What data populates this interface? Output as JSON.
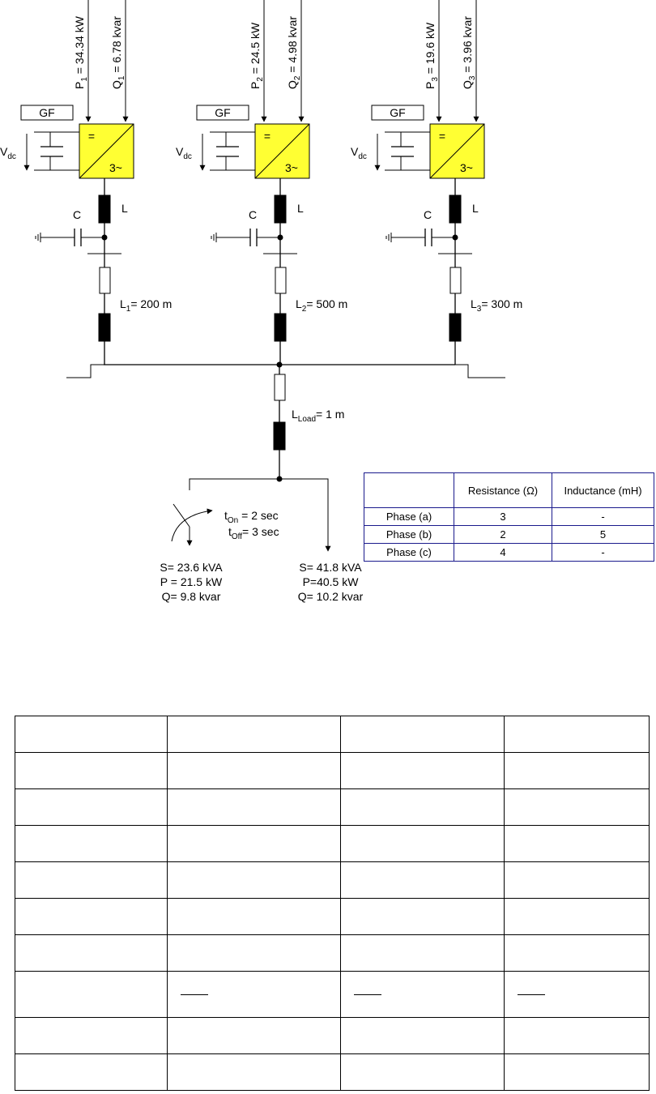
{
  "units": [
    {
      "p_text": "P",
      "p_sub": "1",
      "p_val": " = 34.34 kW",
      "q_text": "Q",
      "q_sub": "1",
      "q_val": " = 6.78 kvar",
      "gf": "GF",
      "vdc": "V",
      "vdc_sub": "dc",
      "conv_top": "=",
      "conv_bot": "3~",
      "c": "C",
      "l": "L",
      "line_text": "L",
      "line_sub": "1",
      "line_val": "= 200 m"
    },
    {
      "p_text": "P",
      "p_sub": "2",
      "p_val": " = 24.5 kW",
      "q_text": "Q",
      "q_sub": "2",
      "q_val": " = 4.98 kvar",
      "gf": "GF",
      "vdc": "V",
      "vdc_sub": "dc",
      "conv_top": "=",
      "conv_bot": "3~",
      "c": "C",
      "l": "L",
      "line_text": "L",
      "line_sub": "2",
      "line_val": "= 500 m"
    },
    {
      "p_text": "P",
      "p_sub": "3",
      "p_val": " = 19.6 kW",
      "q_text": "Q",
      "q_sub": "3",
      "q_val": " = 3.96 kvar",
      "gf": "GF",
      "vdc": "V",
      "vdc_sub": "dc",
      "conv_top": "=",
      "conv_bot": "3~",
      "c": "C",
      "l": "L",
      "line_text": "L",
      "line_sub": "3",
      "line_val": "= 300 m"
    }
  ],
  "load_line": {
    "text": "L",
    "sub": "Load",
    "val": "= 1 m"
  },
  "switch": {
    "t_on": "t",
    "t_on_sub": "On",
    "t_on_val": " = 2 sec",
    "t_off": "t",
    "t_off_sub": "Off",
    "t_off_val": "= 3 sec"
  },
  "load1": {
    "s": "S= 23.6 kVA",
    "p": "P = 21.5 kW",
    "q": "Q= 9.8 kvar"
  },
  "load2": {
    "s": "S=  41.8 kVA",
    "p": "P=40.5 kW",
    "q": "Q= 10.2 kvar"
  },
  "phase_table": {
    "headers": [
      "",
      "Resistance (Ω)",
      "Inductance (mH)"
    ],
    "rows": [
      [
        "Phase (a)",
        "3",
        "-"
      ],
      [
        "Phase (b)",
        "2",
        "5"
      ],
      [
        "Phase (c)",
        "4",
        "-"
      ]
    ]
  },
  "colors": {
    "converter": "#ffff33",
    "table_border": "#1a1a8c"
  }
}
